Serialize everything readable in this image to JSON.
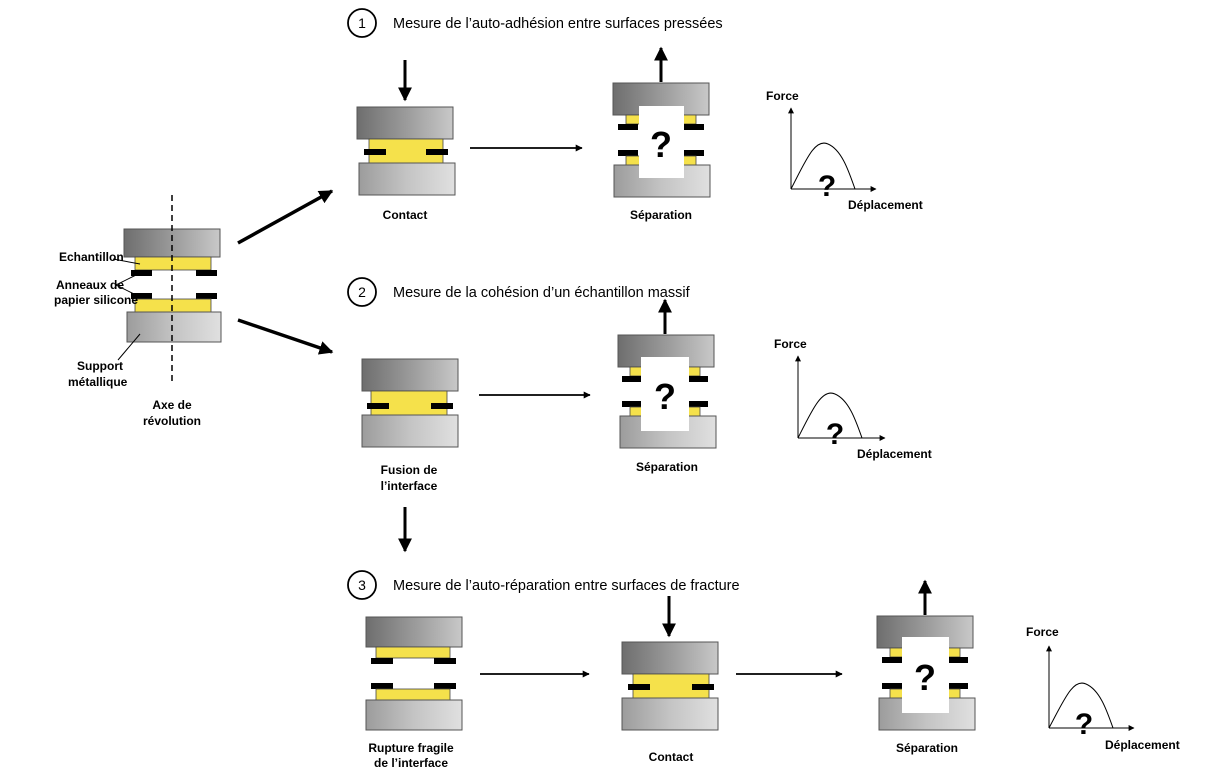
{
  "colors": {
    "sample_yellow": "#f5e14b",
    "ring_black": "#000000",
    "plate_dark": "#8a8a8a",
    "plate_light": "#c0c0c0"
  },
  "left": {
    "echantillon": "Echantillon",
    "anneaux_line1": "Anneaux de",
    "anneaux_line2": "papier siliconé",
    "support_line1": "Support",
    "support_line2": "métallique",
    "axe_line1": "Axe de",
    "axe_line2": "révolution"
  },
  "steps": [
    {
      "number": "1",
      "title": "Mesure de l’auto-adhésion entre surfaces pressées"
    },
    {
      "number": "2",
      "title": "Mesure de la cohésion d’un échantillon massif"
    },
    {
      "number": "3",
      "title": "Mesure de l’auto-réparation entre surfaces de fracture"
    }
  ],
  "labels": {
    "contact": "Contact",
    "separation": "Séparation",
    "fusion_line1": "Fusion de",
    "fusion_line2": "l’interface",
    "rupture_line1": "Rupture fragile",
    "rupture_line2": "de l’interface",
    "unknown": "?"
  },
  "graph": {
    "y_label": "Force",
    "x_label": "Déplacement",
    "unknown": "?"
  }
}
